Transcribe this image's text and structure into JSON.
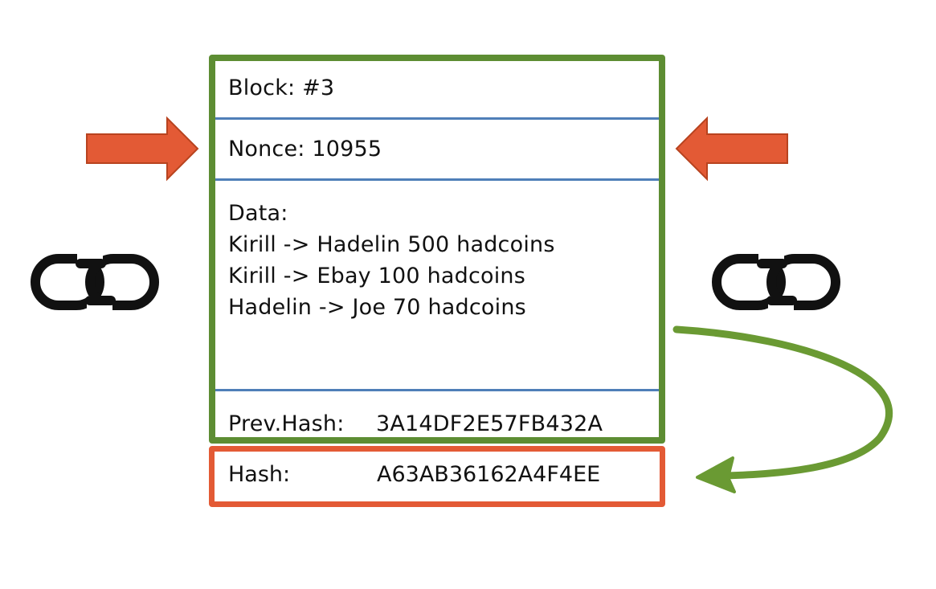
{
  "block": {
    "number_label": "Block: #3",
    "nonce_label": "Nonce: 10955",
    "data_label": "Data:",
    "transactions": [
      "Kirill -> Hadelin 500 hadcoins",
      "Kirill -> Ebay 100 hadcoins",
      "Hadelin -> Joe 70 hadcoins"
    ],
    "prev_hash_label": "Prev.Hash:",
    "prev_hash_value": "3A14DF2E57FB432A"
  },
  "hash": {
    "label": "Hash:",
    "value": "A63AB36162A4F4EE"
  },
  "icons": {
    "left_arrow": "arrow-right-icon",
    "right_arrow": "arrow-left-icon",
    "left_chain": "chain-link-icon",
    "right_chain": "chain-link-icon",
    "curved_arrow": "curved-arrow-icon"
  },
  "colors": {
    "block_border": "#5d8d33",
    "divider": "#4f7fb8",
    "hash_border": "#e35a35",
    "arrow_fill": "#e35a35",
    "curved_arrow": "#6a9a33",
    "chain": "#111111"
  }
}
